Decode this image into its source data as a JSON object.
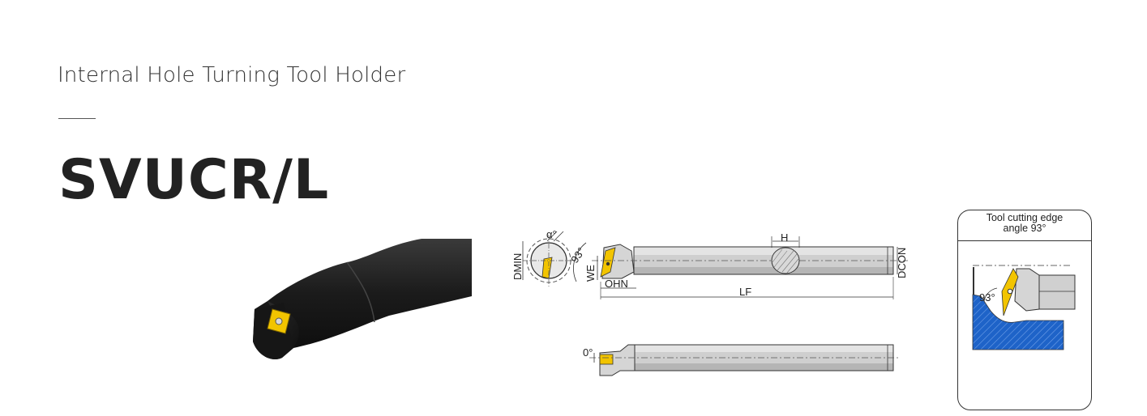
{
  "header": {
    "subtitle": "Internal Hole Turning Tool Holder",
    "model": "SVUCR/L"
  },
  "drawing": {
    "labels": {
      "dmin": "DMIN",
      "alpha": "α°",
      "angle_main": "93°",
      "we": "WE",
      "ohn": "OHN",
      "h": "H",
      "dcon": "DCON",
      "lf": "LF",
      "angle_side": "0°"
    },
    "colors": {
      "insert": "#f2c400",
      "body": "#c8c8c8",
      "workpiece": "#1e63c8"
    }
  },
  "angle_card": {
    "title_line1": "Tool cutting edge",
    "title_line2": "angle 93°",
    "angle_label": "93°"
  }
}
